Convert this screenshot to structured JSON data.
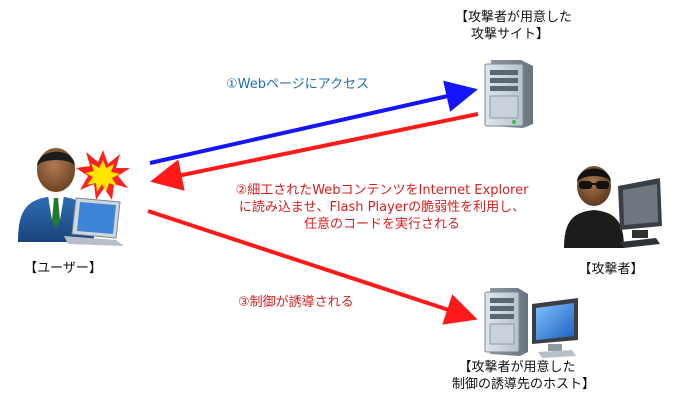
{
  "labels": {
    "attack_site_line1": "【攻撃者が用意した",
    "attack_site_line2": "攻撃サイト】",
    "user": "【ユーザー】",
    "attacker": "【攻撃者】",
    "control_host_line1": "【攻撃者が用意した",
    "control_host_line2": "制御の誘導先のホスト】"
  },
  "steps": {
    "step1": "①Webページにアクセス",
    "step2_line1": "②細工されたWebコンテンツをInternet Explorer",
    "step2_line2": "に読み込ませ、Flash Playerの脆弱性を利用し、",
    "step2_line3": "任意のコードを実行される",
    "step3": "③制御が誘導される"
  },
  "colors": {
    "blue_arrow": "#1414ff",
    "red_arrow": "#ff1a1a",
    "step1_text": "#1f6fb5",
    "red_text": "#d81f1f"
  },
  "icons": {
    "server_top": "server-icon",
    "user": "user-laptop-icon",
    "explosion": "explosion-icon",
    "attacker": "attacker-computer-icon",
    "server_bottom": "server-monitor-icon"
  }
}
